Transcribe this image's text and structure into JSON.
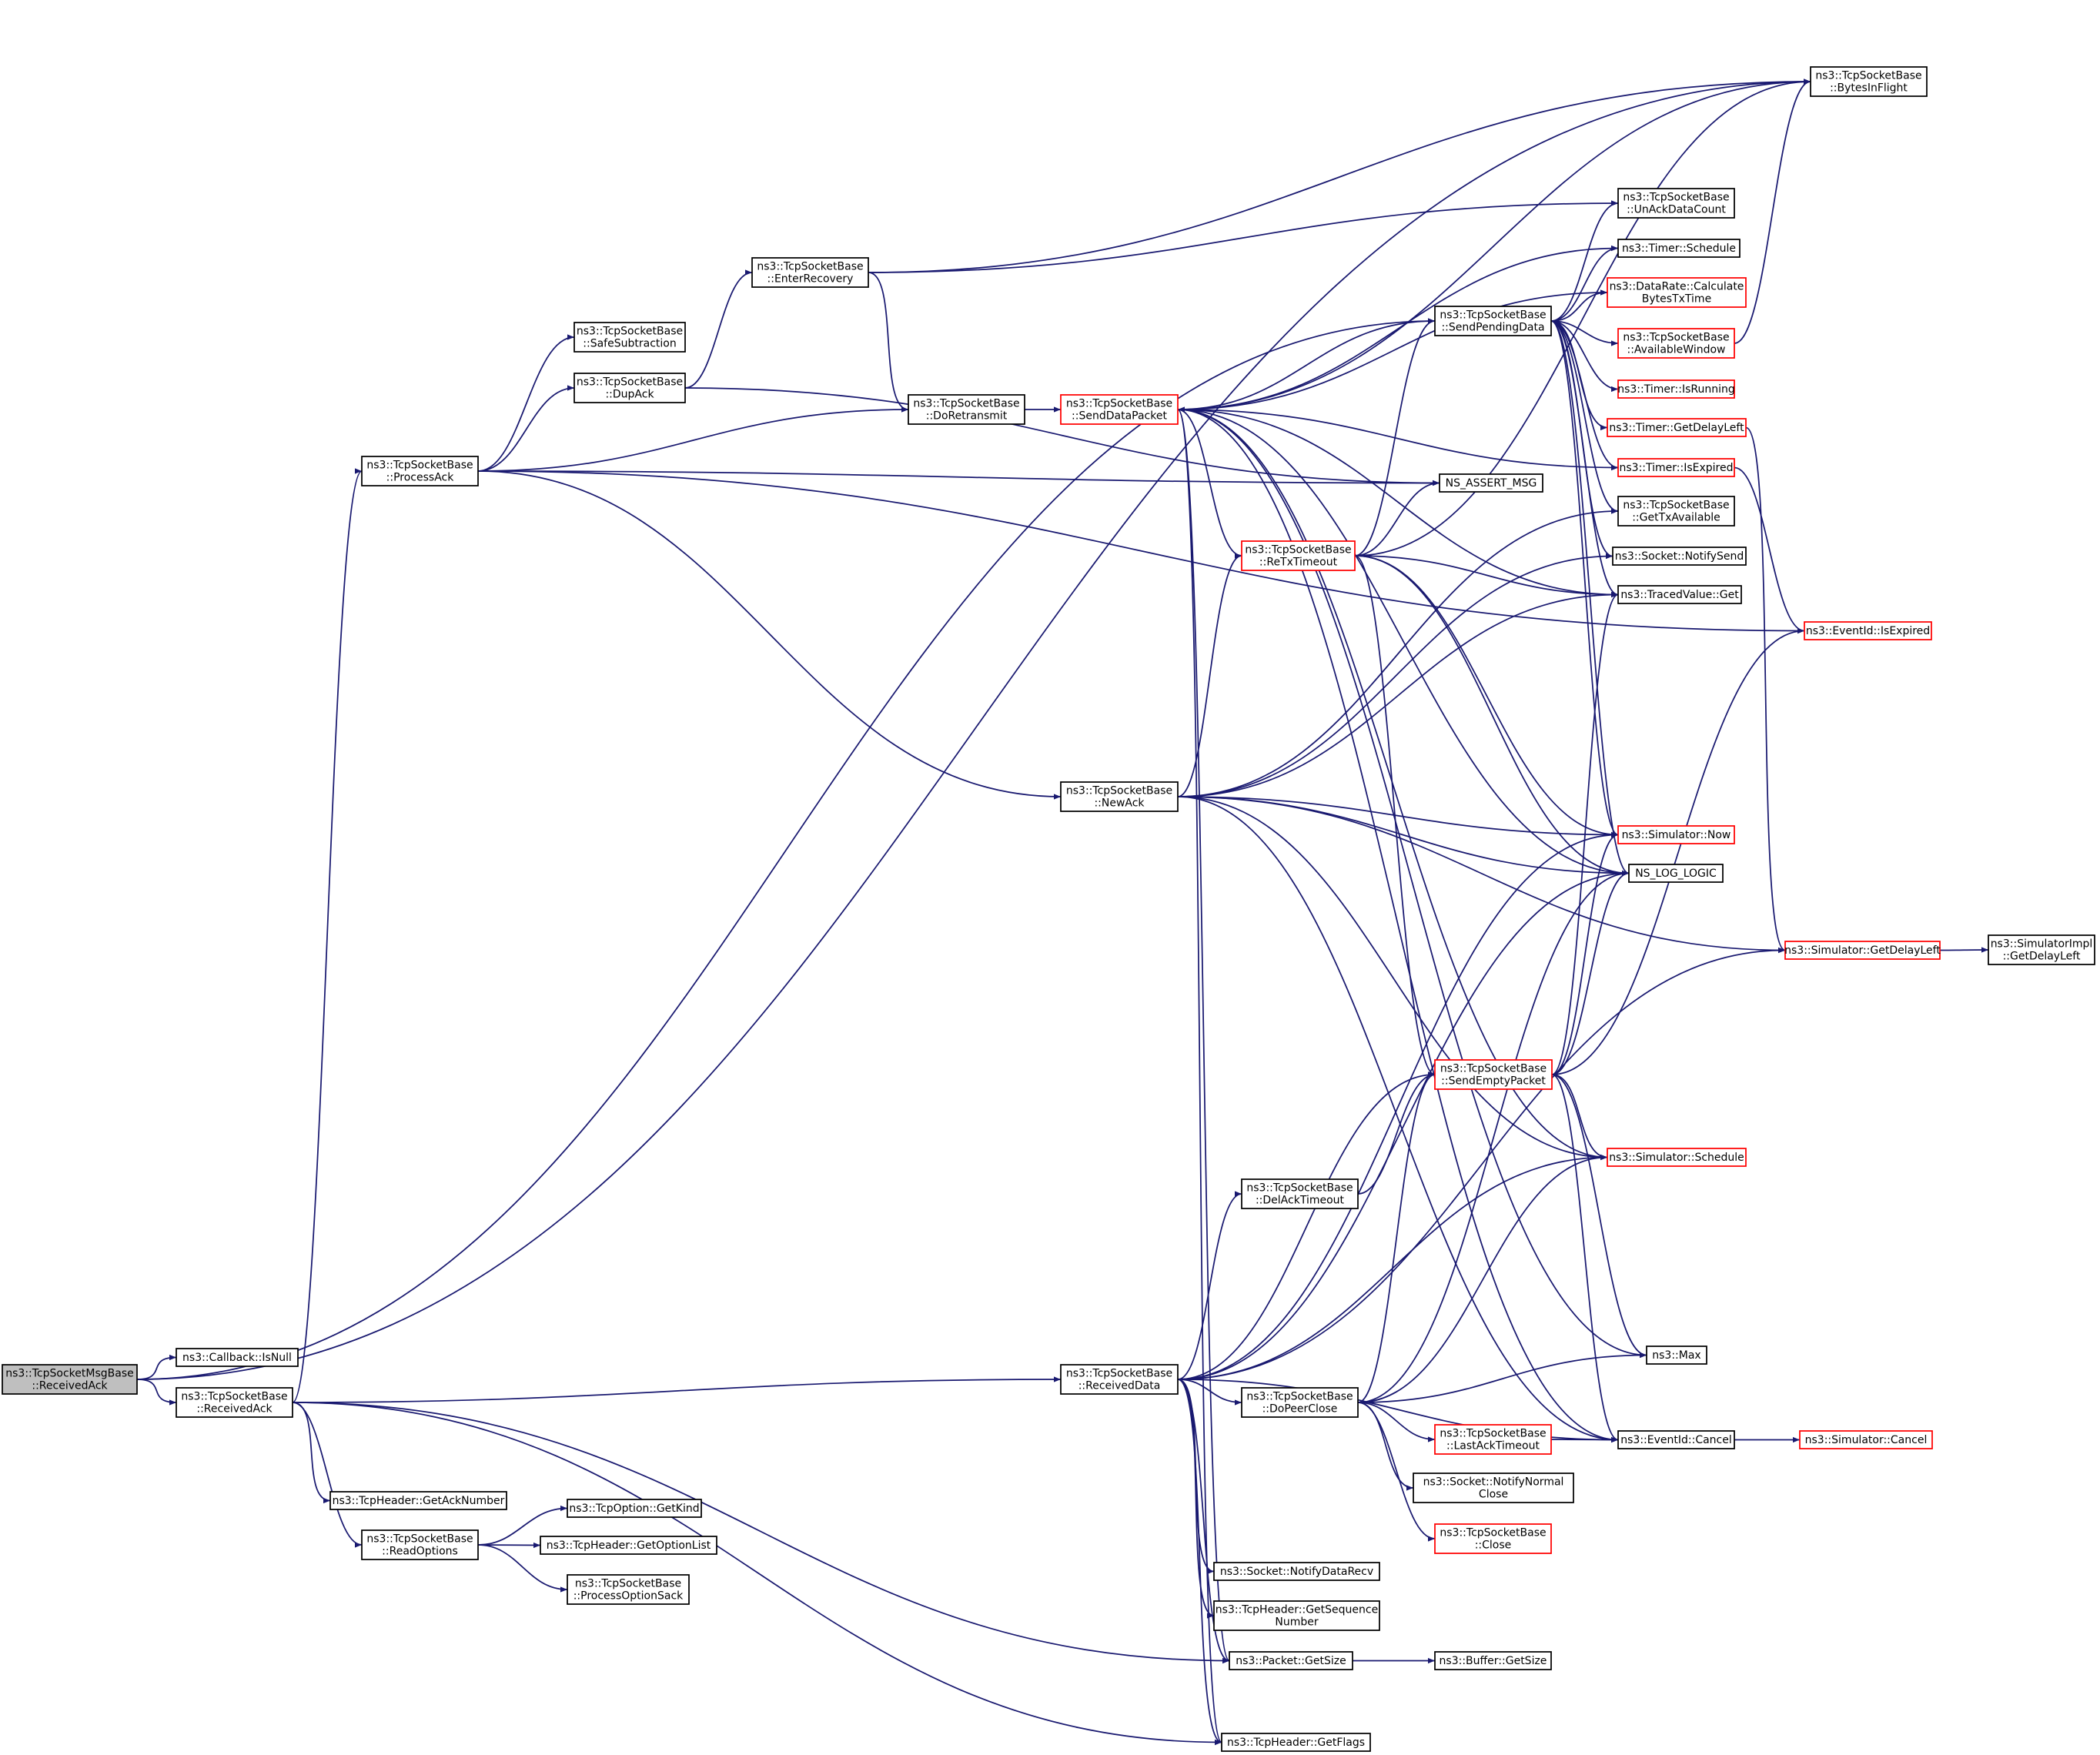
{
  "colors": {
    "edge": "#191970",
    "node_border": "#000000",
    "node_border_highlight": "#ff0000",
    "node_fill": "#ffffff",
    "root_fill": "#bfbfbf"
  },
  "nodes": [
    {
      "id": "root",
      "lines": [
        "ns3::TcpSocketMsgBase",
        "::ReceivedAck"
      ],
      "style": "root"
    },
    {
      "id": "isnull",
      "lines": [
        "ns3::Callback::IsNull"
      ],
      "style": "normal"
    },
    {
      "id": "receivedack",
      "lines": [
        "ns3::TcpSocketBase",
        "::ReceivedAck"
      ],
      "style": "normal"
    },
    {
      "id": "getacknumber",
      "lines": [
        "ns3::TcpHeader::GetAckNumber"
      ],
      "style": "normal"
    },
    {
      "id": "readoptions",
      "lines": [
        "ns3::TcpSocketBase",
        "::ReadOptions"
      ],
      "style": "normal"
    },
    {
      "id": "getkind",
      "lines": [
        "ns3::TcpOption::GetKind"
      ],
      "style": "normal"
    },
    {
      "id": "getoptionlist",
      "lines": [
        "ns3::TcpHeader::GetOptionList"
      ],
      "style": "normal"
    },
    {
      "id": "processoptionsack",
      "lines": [
        "ns3::TcpSocketBase",
        "::ProcessOptionSack"
      ],
      "style": "normal"
    },
    {
      "id": "processack",
      "lines": [
        "ns3::TcpSocketBase",
        "::ProcessAck"
      ],
      "style": "normal"
    },
    {
      "id": "safesub",
      "lines": [
        "ns3::TcpSocketBase",
        "::SafeSubtraction"
      ],
      "style": "normal"
    },
    {
      "id": "dupack",
      "lines": [
        "ns3::TcpSocketBase",
        "::DupAck"
      ],
      "style": "normal"
    },
    {
      "id": "enterrecovery",
      "lines": [
        "ns3::TcpSocketBase",
        "::EnterRecovery"
      ],
      "style": "normal"
    },
    {
      "id": "doretransmit",
      "lines": [
        "ns3::TcpSocketBase",
        "::DoRetransmit"
      ],
      "style": "normal"
    },
    {
      "id": "senddatapacket",
      "lines": [
        "ns3::TcpSocketBase",
        "::SendDataPacket"
      ],
      "style": "highlight"
    },
    {
      "id": "sendpendingdata",
      "lines": [
        "ns3::TcpSocketBase",
        "::SendPendingData"
      ],
      "style": "normal"
    },
    {
      "id": "bytesinflight",
      "lines": [
        "ns3::TcpSocketBase",
        "::BytesInFlight"
      ],
      "style": "normal"
    },
    {
      "id": "unackdatacount",
      "lines": [
        "ns3::TcpSocketBase",
        "::UnAckDataCount"
      ],
      "style": "normal"
    },
    {
      "id": "timerschedule",
      "lines": [
        "ns3::Timer::Schedule"
      ],
      "style": "normal"
    },
    {
      "id": "calcbytes",
      "lines": [
        "ns3::DataRate::Calculate",
        "BytesTxTime"
      ],
      "style": "highlight"
    },
    {
      "id": "availwindow",
      "lines": [
        "ns3::TcpSocketBase",
        "::AvailableWindow"
      ],
      "style": "highlight"
    },
    {
      "id": "timerisrunning",
      "lines": [
        "ns3::Timer::IsRunning"
      ],
      "style": "highlight"
    },
    {
      "id": "timergetdelayleft",
      "lines": [
        "ns3::Timer::GetDelayLeft"
      ],
      "style": "highlight"
    },
    {
      "id": "timerisexpired",
      "lines": [
        "ns3::Timer::IsExpired"
      ],
      "style": "highlight"
    },
    {
      "id": "gettxavailable",
      "lines": [
        "ns3::TcpSocketBase",
        "::GetTxAvailable"
      ],
      "style": "normal"
    },
    {
      "id": "notifysend",
      "lines": [
        "ns3::Socket::NotifySend"
      ],
      "style": "normal"
    },
    {
      "id": "tracedget",
      "lines": [
        "ns3::TracedValue::Get"
      ],
      "style": "normal"
    },
    {
      "id": "nsassertmsg",
      "lines": [
        "NS_ASSERT_MSG"
      ],
      "style": "normal"
    },
    {
      "id": "retxtimeout",
      "lines": [
        "ns3::TcpSocketBase",
        "::ReTxTimeout"
      ],
      "style": "highlight"
    },
    {
      "id": "eventidisexpired",
      "lines": [
        "ns3::EventId::IsExpired"
      ],
      "style": "highlight"
    },
    {
      "id": "newack",
      "lines": [
        "ns3::TcpSocketBase",
        "::NewAck"
      ],
      "style": "normal"
    },
    {
      "id": "simnow",
      "lines": [
        "ns3::Simulator::Now"
      ],
      "style": "highlight"
    },
    {
      "id": "nsloglogic",
      "lines": [
        "NS_LOG_LOGIC"
      ],
      "style": "normal"
    },
    {
      "id": "simgetdelayleft",
      "lines": [
        "ns3::Simulator::GetDelayLeft"
      ],
      "style": "highlight"
    },
    {
      "id": "simimplgetdelayleft",
      "lines": [
        "ns3::SimulatorImpl",
        "::GetDelayLeft"
      ],
      "style": "normal"
    },
    {
      "id": "sendemptypacket",
      "lines": [
        "ns3::TcpSocketBase",
        "::SendEmptyPacket"
      ],
      "style": "highlight"
    },
    {
      "id": "simschedule",
      "lines": [
        "ns3::Simulator::Schedule"
      ],
      "style": "highlight"
    },
    {
      "id": "delacktimeout",
      "lines": [
        "ns3::TcpSocketBase",
        "::DelAckTimeout"
      ],
      "style": "normal"
    },
    {
      "id": "max",
      "lines": [
        "ns3::Max"
      ],
      "style": "normal"
    },
    {
      "id": "receiveddata",
      "lines": [
        "ns3::TcpSocketBase",
        "::ReceivedData"
      ],
      "style": "normal"
    },
    {
      "id": "dopeerclose",
      "lines": [
        "ns3::TcpSocketBase",
        "::DoPeerClose"
      ],
      "style": "normal"
    },
    {
      "id": "eventidcancel",
      "lines": [
        "ns3::EventId::Cancel"
      ],
      "style": "normal"
    },
    {
      "id": "simcancel",
      "lines": [
        "ns3::Simulator::Cancel"
      ],
      "style": "highlight"
    },
    {
      "id": "lastacktimeout",
      "lines": [
        "ns3::TcpSocketBase",
        "::LastAckTimeout"
      ],
      "style": "highlight"
    },
    {
      "id": "notifynormalclose",
      "lines": [
        "ns3::Socket::NotifyNormal",
        "Close"
      ],
      "style": "normal"
    },
    {
      "id": "tcpclose",
      "lines": [
        "ns3::TcpSocketBase",
        "::Close"
      ],
      "style": "highlight"
    },
    {
      "id": "notifydatarecv",
      "lines": [
        "ns3::Socket::NotifyDataRecv"
      ],
      "style": "normal"
    },
    {
      "id": "getsequencenumber",
      "lines": [
        "ns3::TcpHeader::GetSequence",
        "Number"
      ],
      "style": "normal"
    },
    {
      "id": "packetgetsize",
      "lines": [
        "ns3::Packet::GetSize"
      ],
      "style": "normal"
    },
    {
      "id": "buffergetsize",
      "lines": [
        "ns3::Buffer::GetSize"
      ],
      "style": "normal"
    },
    {
      "id": "getflags",
      "lines": [
        "ns3::TcpHeader::GetFlags"
      ],
      "style": "normal"
    }
  ],
  "edges": [
    [
      "root",
      "isnull"
    ],
    [
      "root",
      "receivedack"
    ],
    [
      "root",
      "bytesinflight"
    ],
    [
      "root",
      "sendpendingdata"
    ],
    [
      "receivedack",
      "getacknumber"
    ],
    [
      "receivedack",
      "readoptions"
    ],
    [
      "receivedack",
      "processack"
    ],
    [
      "receivedack",
      "receiveddata"
    ],
    [
      "receivedack",
      "packetgetsize"
    ],
    [
      "receivedack",
      "getflags"
    ],
    [
      "readoptions",
      "getkind"
    ],
    [
      "readoptions",
      "getoptionlist"
    ],
    [
      "readoptions",
      "processoptionsack"
    ],
    [
      "processack",
      "safesub"
    ],
    [
      "processack",
      "dupack"
    ],
    [
      "processack",
      "doretransmit"
    ],
    [
      "processack",
      "nsassertmsg"
    ],
    [
      "processack",
      "newack"
    ],
    [
      "processack",
      "eventidisexpired"
    ],
    [
      "dupack",
      "enterrecovery"
    ],
    [
      "dupack",
      "nsassertmsg"
    ],
    [
      "enterrecovery",
      "doretransmit"
    ],
    [
      "enterrecovery",
      "bytesinflight"
    ],
    [
      "enterrecovery",
      "unackdatacount"
    ],
    [
      "doretransmit",
      "senddatapacket"
    ],
    [
      "senddatapacket",
      "bytesinflight"
    ],
    [
      "senddatapacket",
      "timerschedule"
    ],
    [
      "senddatapacket",
      "calcbytes"
    ],
    [
      "senddatapacket",
      "retxtimeout"
    ],
    [
      "senddatapacket",
      "tracedget"
    ],
    [
      "senddatapacket",
      "nsloglogic"
    ],
    [
      "senddatapacket",
      "simschedule"
    ],
    [
      "senddatapacket",
      "eventidcancel"
    ],
    [
      "senddatapacket",
      "max"
    ],
    [
      "senddatapacket",
      "packetgetsize"
    ],
    [
      "senddatapacket",
      "getflags"
    ],
    [
      "senddatapacket",
      "timerisexpired"
    ],
    [
      "sendpendingdata",
      "unackdatacount"
    ],
    [
      "sendpendingdata",
      "timerschedule"
    ],
    [
      "sendpendingdata",
      "calcbytes"
    ],
    [
      "sendpendingdata",
      "availwindow"
    ],
    [
      "sendpendingdata",
      "timerisrunning"
    ],
    [
      "sendpendingdata",
      "timergetdelayleft"
    ],
    [
      "sendpendingdata",
      "timerisexpired"
    ],
    [
      "sendpendingdata",
      "gettxavailable"
    ],
    [
      "sendpendingdata",
      "notifysend"
    ],
    [
      "sendpendingdata",
      "tracedget"
    ],
    [
      "sendpendingdata",
      "senddatapacket"
    ],
    [
      "sendpendingdata",
      "simnow"
    ],
    [
      "sendpendingdata",
      "nsloglogic"
    ],
    [
      "availwindow",
      "bytesinflight"
    ],
    [
      "timergetdelayleft",
      "simgetdelayleft"
    ],
    [
      "timerisexpired",
      "eventidisexpired"
    ],
    [
      "retxtimeout",
      "nsassertmsg"
    ],
    [
      "retxtimeout",
      "bytesinflight"
    ],
    [
      "retxtimeout",
      "tracedget"
    ],
    [
      "retxtimeout",
      "sendpendingdata"
    ],
    [
      "retxtimeout",
      "sendemptypacket"
    ],
    [
      "retxtimeout",
      "simnow"
    ],
    [
      "retxtimeout",
      "nsloglogic"
    ],
    [
      "newack",
      "retxtimeout"
    ],
    [
      "newack",
      "gettxavailable"
    ],
    [
      "newack",
      "tracedget"
    ],
    [
      "newack",
      "notifysend"
    ],
    [
      "newack",
      "simnow"
    ],
    [
      "newack",
      "nsloglogic"
    ],
    [
      "newack",
      "simgetdelayleft"
    ],
    [
      "newack",
      "simschedule"
    ],
    [
      "newack",
      "eventidcancel"
    ],
    [
      "simgetdelayleft",
      "simimplgetdelayleft"
    ],
    [
      "sendemptypacket",
      "tracedget"
    ],
    [
      "sendemptypacket",
      "simnow"
    ],
    [
      "sendemptypacket",
      "nsloglogic"
    ],
    [
      "sendemptypacket",
      "eventidisexpired"
    ],
    [
      "sendemptypacket",
      "simschedule"
    ],
    [
      "sendemptypacket",
      "max"
    ],
    [
      "sendemptypacket",
      "eventidcancel"
    ],
    [
      "delacktimeout",
      "sendemptypacket"
    ],
    [
      "receiveddata",
      "sendemptypacket"
    ],
    [
      "receiveddata",
      "delacktimeout"
    ],
    [
      "receiveddata",
      "simschedule"
    ],
    [
      "receiveddata",
      "dopeerclose"
    ],
    [
      "receiveddata",
      "simnow"
    ],
    [
      "receiveddata",
      "nsloglogic"
    ],
    [
      "receiveddata",
      "notifydatarecv"
    ],
    [
      "receiveddata",
      "getsequencenumber"
    ],
    [
      "receiveddata",
      "packetgetsize"
    ],
    [
      "receiveddata",
      "getflags"
    ],
    [
      "receiveddata",
      "eventidcancel"
    ],
    [
      "receiveddata",
      "simgetdelayleft"
    ],
    [
      "dopeerclose",
      "sendemptypacket"
    ],
    [
      "dopeerclose",
      "nsloglogic"
    ],
    [
      "dopeerclose",
      "simschedule"
    ],
    [
      "dopeerclose",
      "max"
    ],
    [
      "dopeerclose",
      "lastacktimeout"
    ],
    [
      "dopeerclose",
      "notifynormalclose"
    ],
    [
      "dopeerclose",
      "tcpclose"
    ],
    [
      "lastacktimeout",
      "eventidcancel"
    ],
    [
      "eventidcancel",
      "simcancel"
    ],
    [
      "packetgetsize",
      "buffergetsize"
    ]
  ]
}
